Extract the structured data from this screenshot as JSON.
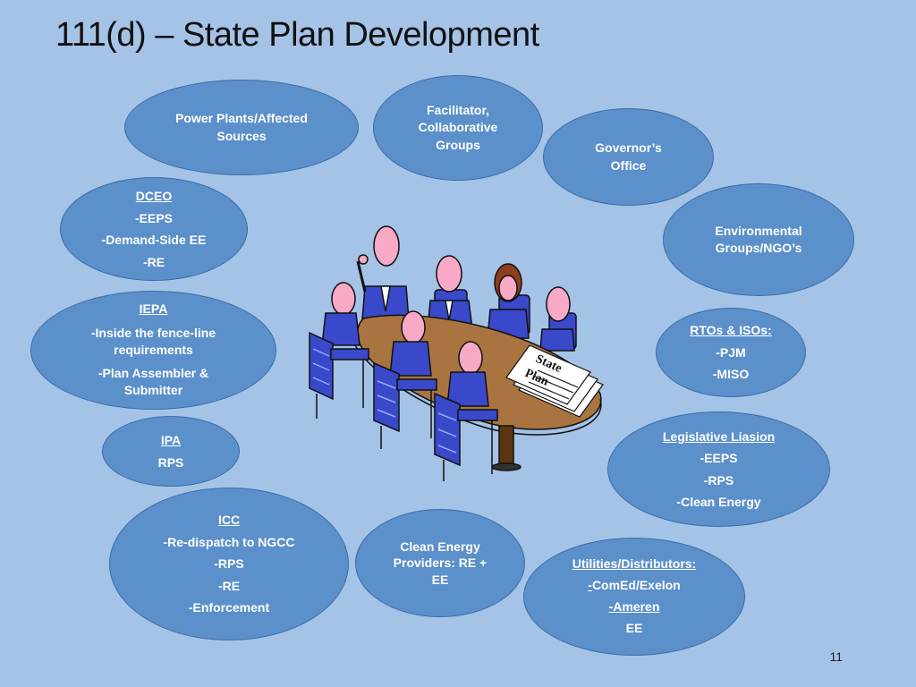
{
  "title": "111(d) – State Plan Development",
  "page_number": "11",
  "illustration": {
    "document_label_1": "State",
    "document_label_2": "Plan"
  },
  "nodes": {
    "power_plants": {
      "l1": "Power Plants/Affected",
      "l2": "Sources"
    },
    "facilitator": {
      "l1": "Facilitator,",
      "l2": "Collaborative",
      "l3": "Groups"
    },
    "governor": {
      "l1": "Governor’s",
      "l2": "Office"
    },
    "dceo": {
      "head": "DCEO",
      "i1": "-EEPS",
      "i2": "-Demand-Side EE",
      "i3": "-RE"
    },
    "environmental": {
      "l1": "Environmental",
      "l2": "Groups/NGO’s"
    },
    "iepa": {
      "head": "IEPA",
      "i1a": "-Inside the fence-line",
      "i1b": "requirements",
      "i2a": "-Plan Assembler &",
      "i2b": "Submitter"
    },
    "rtos": {
      "head": "RTOs & ISOs:",
      "i1": "-PJM",
      "i2": "-MISO"
    },
    "ipa": {
      "head": "IPA",
      "i1": "RPS"
    },
    "legislative": {
      "head": "Legislative Liasion",
      "i1": "-EEPS",
      "i2": "-RPS",
      "i3": "-Clean Energy"
    },
    "icc": {
      "head": "ICC",
      "i1": "-Re-dispatch to NGCC",
      "i2": "-RPS",
      "i3": "-RE",
      "i4": "-Enforcement"
    },
    "clean_energy": {
      "l1": "Clean Energy",
      "l2": "Providers: RE +",
      "l3": "EE"
    },
    "utilities": {
      "head": "Utilities/Distributors:",
      "i1_dash": "-",
      "i1": "ComEd/Exelon",
      "i2": "-Ameren",
      "i3": "EE"
    }
  }
}
